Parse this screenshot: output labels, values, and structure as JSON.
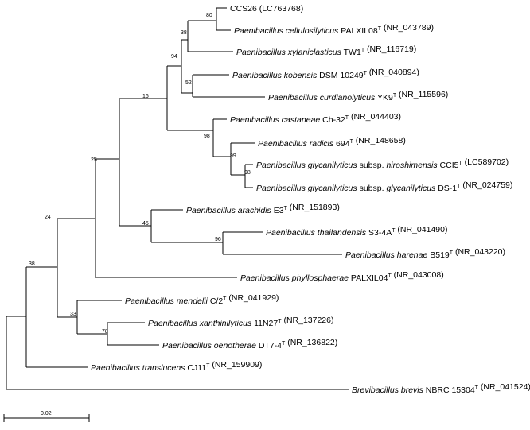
{
  "leaves": [
    {
      "id": "ccs26",
      "parts": [
        {
          "t": "CCS26 (LC763768)"
        }
      ]
    },
    {
      "id": "cellulosilyticus",
      "parts": [
        {
          "t": "Paenibacillus cellulosilyticus",
          "i": true
        },
        {
          "t": " PALXIL08"
        },
        {
          "t": "T",
          "sup": true
        },
        {
          "t": " (NR_043789)"
        }
      ]
    },
    {
      "id": "xylaniclasticus",
      "parts": [
        {
          "t": "Paenibacillus xylaniclasticus",
          "i": true
        },
        {
          "t": " TW1"
        },
        {
          "t": "T",
          "sup": true
        },
        {
          "t": " (NR_116719)"
        }
      ]
    },
    {
      "id": "kobensis",
      "parts": [
        {
          "t": "Paenibacillus kobensis",
          "i": true
        },
        {
          "t": " DSM 10249"
        },
        {
          "t": "T",
          "sup": true
        },
        {
          "t": " (NR_040894)"
        }
      ]
    },
    {
      "id": "curdlanolyticus",
      "parts": [
        {
          "t": "Paenibacillus curdlanolyticus",
          "i": true
        },
        {
          "t": " YK9"
        },
        {
          "t": "T",
          "sup": true
        },
        {
          "t": " (NR_115596)"
        }
      ]
    },
    {
      "id": "castaneae",
      "parts": [
        {
          "t": "Paenibacillus castaneae",
          "i": true
        },
        {
          "t": "  Ch-32"
        },
        {
          "t": "T",
          "sup": true
        },
        {
          "t": " (NR_044403)"
        }
      ]
    },
    {
      "id": "radicis",
      "parts": [
        {
          "t": "Paenibacillus radicis",
          "i": true
        },
        {
          "t": " 694"
        },
        {
          "t": "T",
          "sup": true
        },
        {
          "t": " (NR_148658)"
        }
      ]
    },
    {
      "id": "glyc-hiro",
      "parts": [
        {
          "t": "Paenibacillus glycanilyticus",
          "i": true
        },
        {
          "t": " subsp. "
        },
        {
          "t": "hiroshimensis",
          "i": true
        },
        {
          "t": " CCI5"
        },
        {
          "t": "T",
          "sup": true
        },
        {
          "t": " (LC589702)"
        }
      ]
    },
    {
      "id": "glyc-glyc",
      "parts": [
        {
          "t": "Paenibacillus glycanilyticus",
          "i": true
        },
        {
          "t": " subsp. "
        },
        {
          "t": "glycanilyticus",
          "i": true
        },
        {
          "t": " DS-1"
        },
        {
          "t": "T",
          "sup": true
        },
        {
          "t": " (NR_024759)"
        }
      ]
    },
    {
      "id": "arachidis",
      "parts": [
        {
          "t": "Paenibacillus arachidis",
          "i": true
        },
        {
          "t": " E3"
        },
        {
          "t": "T",
          "sup": true
        },
        {
          "t": " (NR_151893)"
        }
      ]
    },
    {
      "id": "thailandensis",
      "parts": [
        {
          "t": "Paenibacillus thailandensis",
          "i": true
        },
        {
          "t": " S3-4A"
        },
        {
          "t": "T",
          "sup": true
        },
        {
          "t": " (NR_041490)"
        }
      ]
    },
    {
      "id": "harenae",
      "parts": [
        {
          "t": "Paenibacillus harenae",
          "i": true
        },
        {
          "t": " B519"
        },
        {
          "t": "T",
          "sup": true
        },
        {
          "t": " (NR_043220)"
        }
      ]
    },
    {
      "id": "phyllosphaerae",
      "parts": [
        {
          "t": "Paenibacillus phyllosphaerae",
          "i": true
        },
        {
          "t": " PALXIL04"
        },
        {
          "t": "T",
          "sup": true
        },
        {
          "t": " (NR_043008)"
        }
      ]
    },
    {
      "id": "mendelii",
      "parts": [
        {
          "t": "Paenibacillus mendelii",
          "i": true
        },
        {
          "t": " C/2"
        },
        {
          "t": "T",
          "sup": true
        },
        {
          "t": " (NR_041929)"
        }
      ]
    },
    {
      "id": "xanthinilyticus",
      "parts": [
        {
          "t": "Paenibacillus xanthinilyticus",
          "i": true
        },
        {
          "t": " 11N27"
        },
        {
          "t": "T",
          "sup": true
        },
        {
          "t": " (NR_137226)"
        }
      ]
    },
    {
      "id": "oenotherae",
      "parts": [
        {
          "t": "Paenibacillus oenotherae",
          "i": true
        },
        {
          "t": " DT7-4"
        },
        {
          "t": "T",
          "sup": true
        },
        {
          "t": " (NR_136822)"
        }
      ]
    },
    {
      "id": "translucens",
      "parts": [
        {
          "t": "Paenibacillus translucens",
          "i": true
        },
        {
          "t": " CJ11"
        },
        {
          "t": "T",
          "sup": true
        },
        {
          "t": " (NR_159909)"
        }
      ]
    },
    {
      "id": "brevis",
      "parts": [
        {
          "t": "Brevibacillus brevis",
          "i": true
        },
        {
          "t": " NBRC 15304"
        },
        {
          "t": "T",
          "sup": true
        },
        {
          "t": " (NR_041524)"
        }
      ]
    }
  ],
  "bootstrap": {
    "n80": "80",
    "n38a": "38",
    "n94": "94",
    "n52": "52",
    "n16": "16",
    "n98a": "98",
    "n99": "99",
    "n98b": "98",
    "n25": "25",
    "n45": "45",
    "n96": "96",
    "n24": "24",
    "n38b": "38",
    "n33": "33",
    "n78": "78"
  },
  "scale_bar": {
    "label": "0.02"
  }
}
